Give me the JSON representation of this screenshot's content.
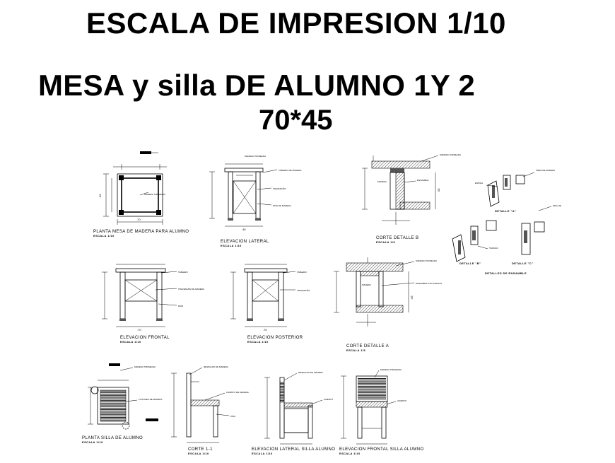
{
  "title": {
    "line1": "ESCALA DE IMPRESION  1/10",
    "line2": "MESA  y silla  DE ALUMNO  1Y 2",
    "line3": "70*45"
  },
  "views": [
    {
      "id": "planta-mesa",
      "caption": "PLANTA MESA DE MADERA PARA ALUMNO",
      "scale": "ESCALA 1/10"
    },
    {
      "id": "elevacion-lateral",
      "caption": "ELEVACION LATERAL",
      "scale": "ESCALA 1/10"
    },
    {
      "id": "corte-detalle-b",
      "caption": "CORTE DETALLE B",
      "scale": "ESCALA 1/5"
    },
    {
      "id": "detalle-a",
      "caption": "DETALLE \"A\""
    },
    {
      "id": "detalle-b",
      "caption": "DETALLE \"B\""
    },
    {
      "id": "detalle-c",
      "caption": "DETALLE \"C\""
    },
    {
      "id": "detalles-ensamble",
      "caption": "DETALLES DE ENSAMBLE"
    },
    {
      "id": "elevacion-frontal",
      "caption": "ELEVACION FRONTAL",
      "scale": "ESCALA 1/10"
    },
    {
      "id": "elevacion-posterior",
      "caption": "ELEVACION POSTERIOR",
      "scale": "ESCALA 1/10"
    },
    {
      "id": "corte-detalle-a",
      "caption": "CORTE DETALLE A",
      "scale": "ESCALA 1/5"
    },
    {
      "id": "planta-silla",
      "caption": "PLANTA SILLA DE ALUMNO",
      "scale": "ESCALA 1/10"
    },
    {
      "id": "corte-silla",
      "caption": "CORTE 1-1",
      "scale": "ESCALA 1/10"
    },
    {
      "id": "elevacion-lateral-silla",
      "caption": "ELEVACION LATERAL SILLA ALUMNO",
      "scale": "ESCALA 1/10"
    },
    {
      "id": "elevacion-frontal-silla",
      "caption": "ELEVACION FRONTAL SILLA ALUMNO",
      "scale": "ESCALA 1/10"
    }
  ]
}
